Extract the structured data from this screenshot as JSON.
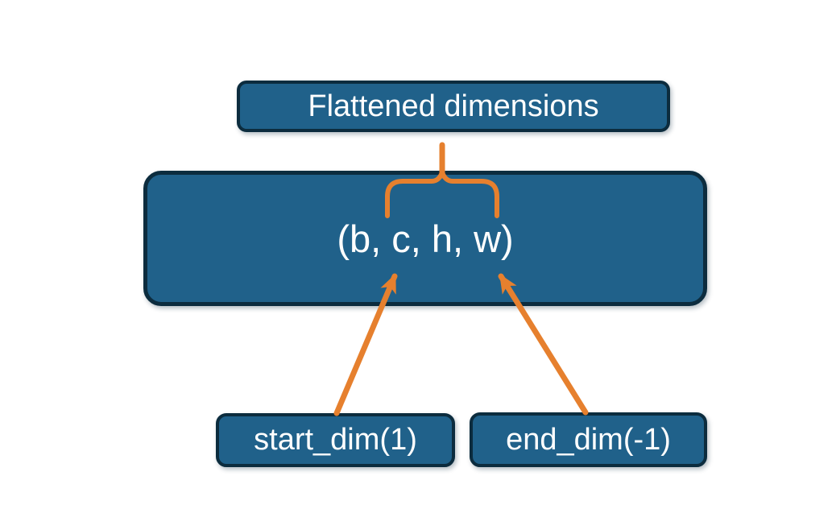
{
  "diagram": {
    "title_box": {
      "label": "Flattened dimensions"
    },
    "tensor_box": {
      "label": "(b, c, h, w)"
    },
    "start_box": {
      "label": "start_dim(1)"
    },
    "end_box": {
      "label": "end_dim(-1)"
    },
    "connectors": {
      "brace": "curly-brace-up",
      "start_arrow": "arrow-from-start-dim-to-c",
      "end_arrow": "arrow-from-end-dim-to-w"
    },
    "colors": {
      "box_fill": "#20618A",
      "box_border": "#0C2C3E",
      "accent_orange": "#E6802E",
      "text": "#FFFFFF",
      "background": "#FFFFFF"
    }
  }
}
